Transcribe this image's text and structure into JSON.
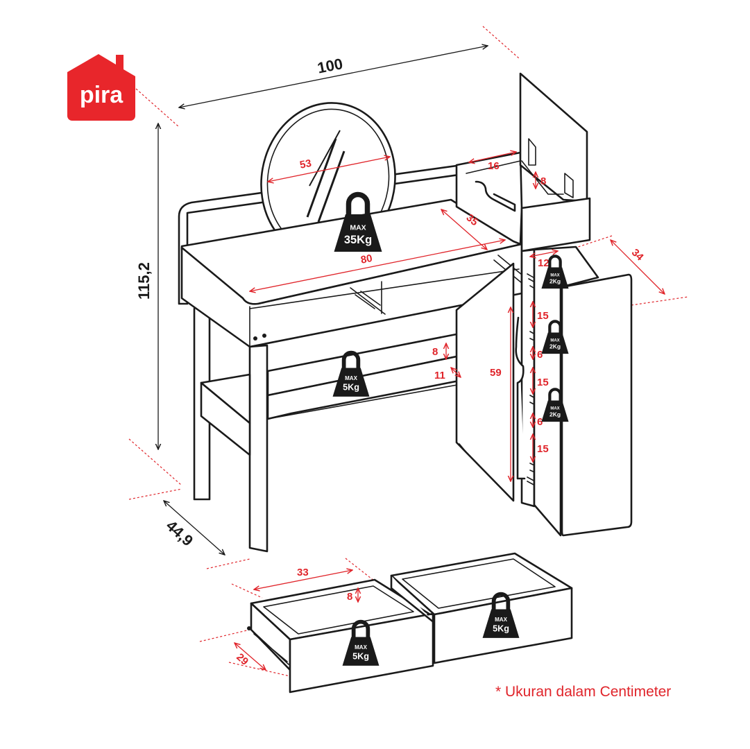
{
  "brand": {
    "name": "pira",
    "color": "#e8262b"
  },
  "colors": {
    "accent": "#e0242a",
    "ink": "#1a1a1a"
  },
  "dimensions": {
    "width": "100",
    "height": "115,2",
    "depth": "44,9",
    "mirror": "53",
    "desktop_width": "80",
    "desktop_depth": "35",
    "top_box_width": "16",
    "top_box_height": "8",
    "cabinet_depth": "34",
    "cabinet_shelf_width": "12",
    "cabinet_height": "59",
    "shelf_gap_1": "15",
    "shelf_gap_2": "15",
    "shelf_gap_3": "15",
    "shelf_thickness_1": "6",
    "shelf_thickness_2": "6",
    "small_shelf_height": "8",
    "small_shelf_depth": "11",
    "drawer_width": "33",
    "drawer_height": "8",
    "drawer_depth": "29"
  },
  "weights": {
    "desk_top": {
      "max": "MAX",
      "value": "35Kg"
    },
    "small_shelf": {
      "max": "MAX",
      "value": "5Kg"
    },
    "cabinet_shelf_1": {
      "max": "MAX",
      "value": "2Kg"
    },
    "cabinet_shelf_2": {
      "max": "MAX",
      "value": "2Kg"
    },
    "cabinet_shelf_3": {
      "max": "MAX",
      "value": "2Kg"
    },
    "drawer_left": {
      "max": "MAX",
      "value": "5Kg"
    },
    "drawer_right": {
      "max": "MAX",
      "value": "5Kg"
    }
  },
  "note": "* Ukuran dalam Centimeter"
}
